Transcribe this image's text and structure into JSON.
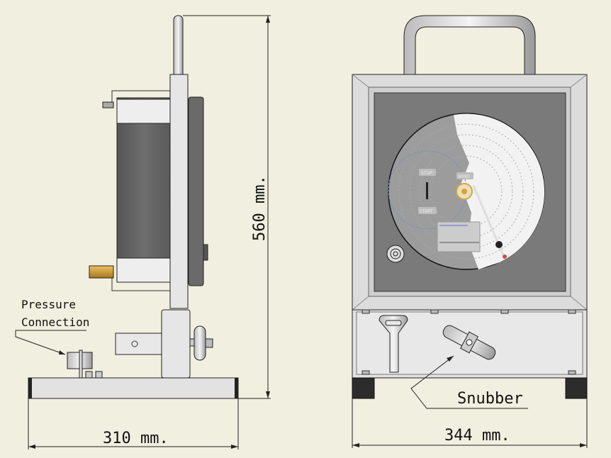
{
  "labels": {
    "pressure_line1": "Pressure",
    "pressure_line2": "Connection",
    "snubber": "Snubber"
  },
  "dimensions": {
    "height": "560 mm.",
    "depth": "310 mm.",
    "width": "344 mm."
  },
  "chart_face": {
    "stop": "STOP",
    "start": "START",
    "wind": "WIND"
  },
  "colors": {
    "background": "#f1efdf",
    "panel": "#7a7a7a",
    "brass": "#d9a84a",
    "frame": "#d8d8d8"
  }
}
